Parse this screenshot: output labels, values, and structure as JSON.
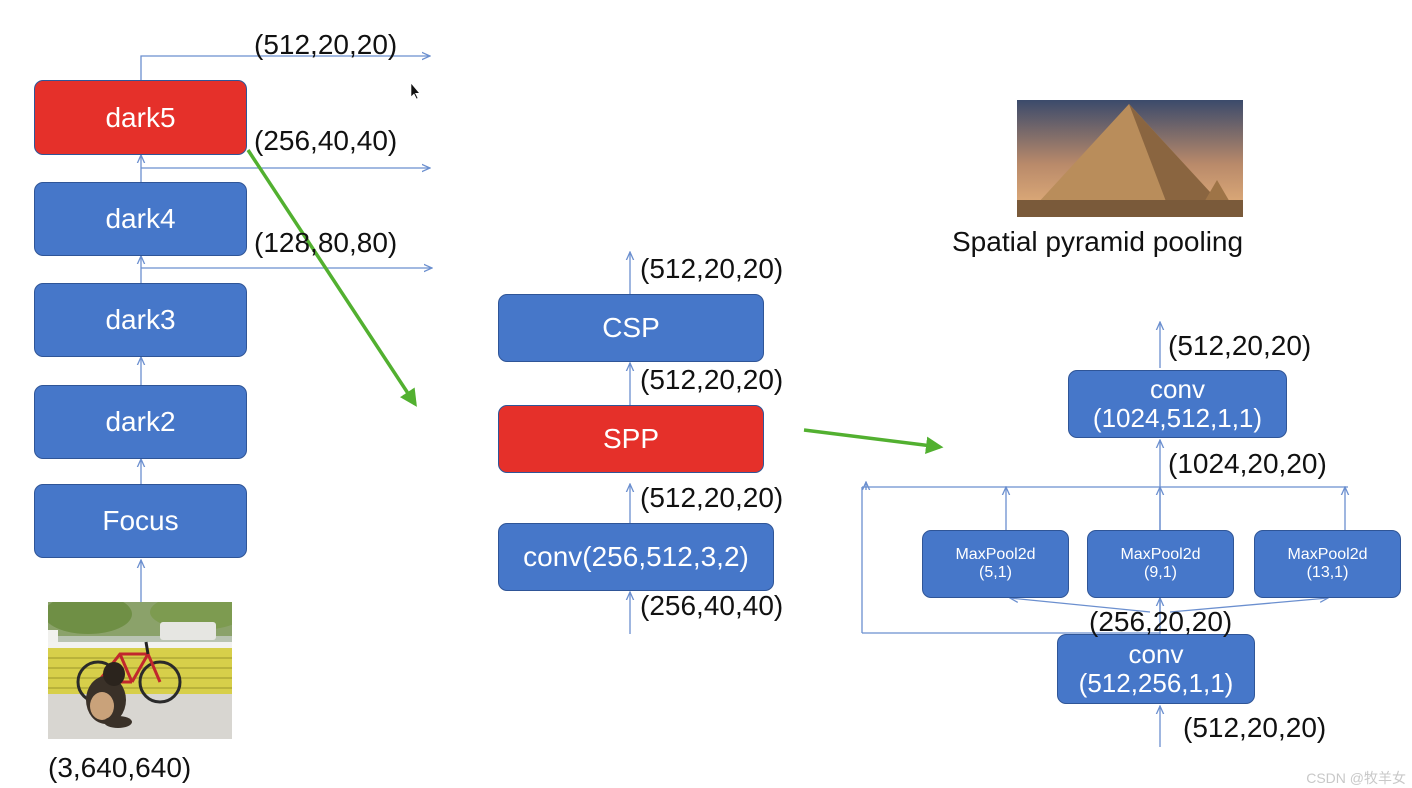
{
  "backbone": {
    "blocks": [
      {
        "key": "dark5",
        "label": "dark5",
        "color": "red"
      },
      {
        "key": "dark4",
        "label": "dark4",
        "color": "blue"
      },
      {
        "key": "dark3",
        "label": "dark3",
        "color": "blue"
      },
      {
        "key": "dark2",
        "label": "dark2",
        "color": "blue"
      },
      {
        "key": "focus",
        "label": "Focus",
        "color": "blue"
      }
    ],
    "input_shape": "(3,640,640)",
    "output_shapes": {
      "dark5": "(512,20,20)",
      "dark4": "(256,40,40)",
      "dark3": "(128,80,80)"
    }
  },
  "middle": {
    "csp_label": "CSP",
    "spp_label": "SPP",
    "conv_label": "conv(256,512,3,2)",
    "shape_above_csp": "(512,20,20)",
    "shape_csp_spp": "(512,20,20)",
    "shape_spp_conv": "(512,20,20)",
    "shape_input": "(256,40,40)"
  },
  "spp_detail": {
    "caption": "Spatial pyramid pooling",
    "conv_top": {
      "line1": "conv",
      "line2": "(1024,512,1,1)"
    },
    "conv_bottom": {
      "line1": "conv",
      "line2": "(512,256,1,1)"
    },
    "pools": [
      {
        "name": "MaxPool2d",
        "param": "(5,1)"
      },
      {
        "name": "MaxPool2d",
        "param": "(9,1)"
      },
      {
        "name": "MaxPool2d",
        "param": "(13,1)"
      }
    ],
    "shape_output": "(512,20,20)",
    "shape_concat": "(1024,20,20)",
    "shape_mid": "(256,20,20)",
    "shape_input": "(512,20,20)"
  },
  "watermark": "CSDN @牧羊女",
  "colors": {
    "block_blue": "#4677c9",
    "block_red": "#e5302a",
    "flow_line": "#6b8fcf",
    "highlight_arrow": "#52b030"
  }
}
